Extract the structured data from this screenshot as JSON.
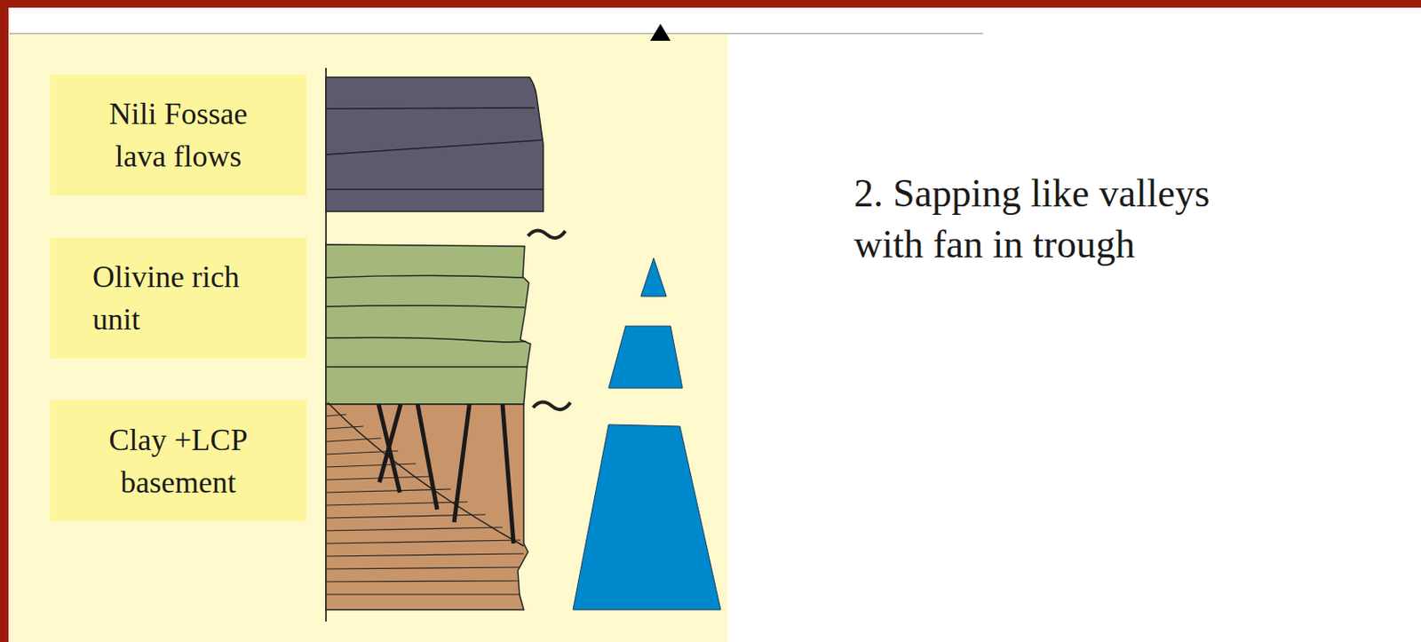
{
  "diagram": {
    "nodes": [
      {
        "text": [
          "Nili Fossae lava flows"
        ]
      },
      {
        "text": [
          "Olivine rich unit"
        ]
      },
      {
        "text": [
          "Clay +LCP basement"
        ]
      }
    ],
    "labels": [
      "2. Sapping like valleys with fan in trough"
    ]
  }
}
